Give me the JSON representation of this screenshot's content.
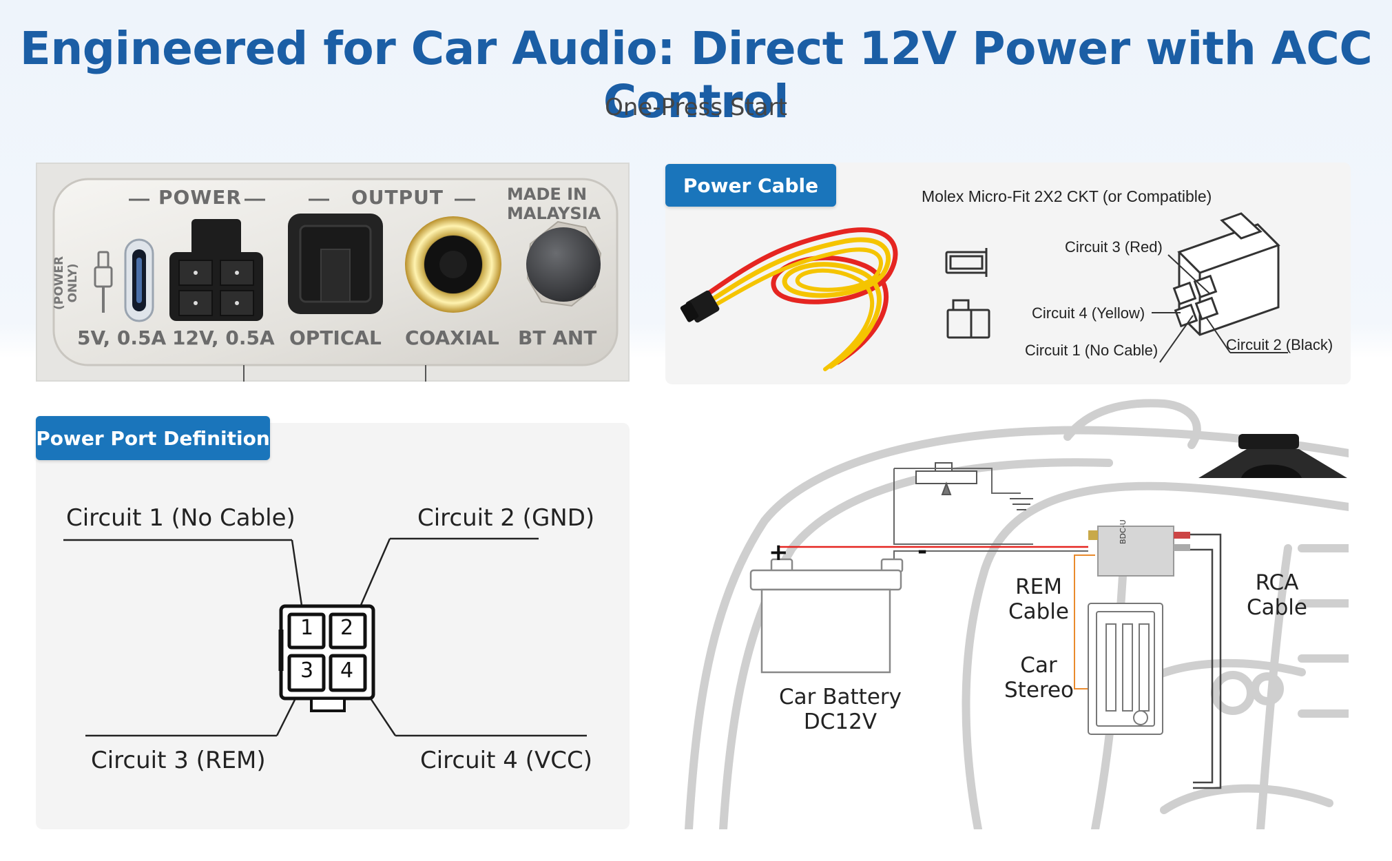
{
  "header": {
    "title": "Engineered for Car Audio: Direct 12V Power with ACC Control",
    "subtitle": "One-Press Start"
  },
  "panel_ports": {
    "group_labels": {
      "power": "POWER",
      "output": "OUTPUT"
    },
    "made_in": [
      "MADE IN",
      "MALAYSIA"
    ],
    "power_only": [
      "(POWER",
      "ONLY)"
    ],
    "port_labels": [
      "5V, 0.5A",
      "12V, 0.5A",
      "OPTICAL",
      "COAXIAL",
      "BT ANT"
    ]
  },
  "panel_cable": {
    "badge": "Power Cable",
    "connector_type": "Molex Micro-Fit 2X2 CKT (or Compatible)",
    "circuits": {
      "c3": "Circuit 3 (Red)",
      "c4": "Circuit 4 (Yellow)",
      "c1": "Circuit 1 (No Cable)",
      "c2": "Circuit 2 (Black)"
    },
    "wire_colors": {
      "red": "#e52521",
      "yellow": "#f5c400",
      "black": "#222222"
    }
  },
  "panel_definition": {
    "badge": "Power Port Definition",
    "circuits": {
      "c1": "Circuit 1 (No Cable)",
      "c2": "Circuit 2 (GND)",
      "c3": "Circuit 3 (REM)",
      "c4": "Circuit 4 (VCC)"
    },
    "pins": [
      "1",
      "2",
      "3",
      "4"
    ]
  },
  "panel_wiring": {
    "battery_plus": "+",
    "battery_minus": "-",
    "battery_label": [
      "Car Battery",
      "DC12V"
    ],
    "rem_label": [
      "REM",
      "Cable"
    ],
    "stereo_label": [
      "Car",
      "Stereo"
    ],
    "rca_label": [
      "RCA",
      "Cable"
    ],
    "device_text": "BDC-U"
  },
  "colors": {
    "brand_blue": "#1b5ea5",
    "badge_blue": "#1a75bb"
  }
}
